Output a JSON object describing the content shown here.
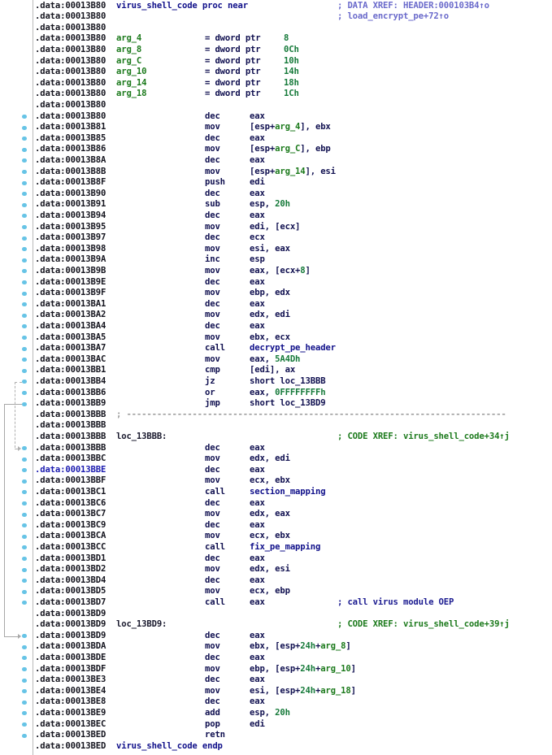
{
  "listing": {
    "rows": [
      {
        "addr": ".data:00013B80",
        "label": "virus_shell_code proc near",
        "label_class": "name",
        "comment": "; DATA XREF: HEADER:000103B4↑o",
        "comment_class": "cm-blue"
      },
      {
        "addr": ".data:00013B80",
        "comment": "; load_encrypt_pe+72↑o",
        "comment_class": "cm-blue"
      },
      {
        "addr": ".data:00013B80"
      },
      {
        "addr": ".data:00013B80",
        "label": "arg_4",
        "label_class": "var",
        "decl": "= dword ptr",
        "value": "8"
      },
      {
        "addr": ".data:00013B80",
        "label": "arg_8",
        "label_class": "var",
        "decl": "= dword ptr",
        "value": "0Ch"
      },
      {
        "addr": ".data:00013B80",
        "label": "arg_C",
        "label_class": "var",
        "decl": "= dword ptr",
        "value": "10h"
      },
      {
        "addr": ".data:00013B80",
        "label": "arg_10",
        "label_class": "var",
        "decl": "= dword ptr",
        "value": "14h"
      },
      {
        "addr": ".data:00013B80",
        "label": "arg_14",
        "label_class": "var",
        "decl": "= dword ptr",
        "value": "18h"
      },
      {
        "addr": ".data:00013B80",
        "label": "arg_18",
        "label_class": "var",
        "decl": "= dword ptr",
        "value": "1Ch"
      },
      {
        "addr": ".data:00013B80"
      },
      {
        "addr": ".data:00013B80",
        "mn": "dec",
        "op": "eax",
        "dot": true
      },
      {
        "addr": ".data:00013B81",
        "mn": "mov",
        "op_parts": [
          [
            "[esp+",
            ""
          ],
          [
            "arg_4",
            "var"
          ],
          [
            "], ebx",
            ""
          ]
        ],
        "dot": true
      },
      {
        "addr": ".data:00013B85",
        "mn": "dec",
        "op": "eax",
        "dot": true
      },
      {
        "addr": ".data:00013B86",
        "mn": "mov",
        "op_parts": [
          [
            "[esp+",
            ""
          ],
          [
            "arg_C",
            "var"
          ],
          [
            "], ebp",
            ""
          ]
        ],
        "dot": true
      },
      {
        "addr": ".data:00013B8A",
        "mn": "dec",
        "op": "eax",
        "dot": true
      },
      {
        "addr": ".data:00013B8B",
        "mn": "mov",
        "op_parts": [
          [
            "[esp+",
            ""
          ],
          [
            "arg_14",
            "var"
          ],
          [
            "], esi",
            ""
          ]
        ],
        "dot": true
      },
      {
        "addr": ".data:00013B8F",
        "mn": "push",
        "op": "edi",
        "dot": true
      },
      {
        "addr": ".data:00013B90",
        "mn": "dec",
        "op": "eax",
        "dot": true
      },
      {
        "addr": ".data:00013B91",
        "mn": "sub",
        "op_parts": [
          [
            "esp, ",
            ""
          ],
          [
            "20h",
            "num"
          ]
        ],
        "dot": true
      },
      {
        "addr": ".data:00013B94",
        "mn": "dec",
        "op": "eax",
        "dot": true
      },
      {
        "addr": ".data:00013B95",
        "mn": "mov",
        "op": "edi, [ecx]",
        "dot": true
      },
      {
        "addr": ".data:00013B97",
        "mn": "dec",
        "op": "ecx",
        "dot": true
      },
      {
        "addr": ".data:00013B98",
        "mn": "mov",
        "op": "esi, eax",
        "dot": true
      },
      {
        "addr": ".data:00013B9A",
        "mn": "inc",
        "op": "esp",
        "dot": true
      },
      {
        "addr": ".data:00013B9B",
        "mn": "mov",
        "op_parts": [
          [
            "eax, [ecx+",
            ""
          ],
          [
            "8",
            "num"
          ],
          [
            "]",
            ""
          ]
        ],
        "dot": true
      },
      {
        "addr": ".data:00013B9E",
        "mn": "dec",
        "op": "eax",
        "dot": true
      },
      {
        "addr": ".data:00013B9F",
        "mn": "mov",
        "op": "ebp, edx",
        "dot": true
      },
      {
        "addr": ".data:00013BA1",
        "mn": "dec",
        "op": "eax",
        "dot": true
      },
      {
        "addr": ".data:00013BA2",
        "mn": "mov",
        "op": "edx, edi",
        "dot": true
      },
      {
        "addr": ".data:00013BA4",
        "mn": "dec",
        "op": "eax",
        "dot": true
      },
      {
        "addr": ".data:00013BA5",
        "mn": "mov",
        "op": "ebx, ecx",
        "dot": true
      },
      {
        "addr": ".data:00013BA7",
        "mn": "call",
        "op_parts": [
          [
            "decrypt_pe_header",
            "name"
          ]
        ],
        "dot": true
      },
      {
        "addr": ".data:00013BAC",
        "mn": "mov",
        "op_parts": [
          [
            "eax, ",
            ""
          ],
          [
            "5A4Dh",
            "num"
          ]
        ],
        "dot": true
      },
      {
        "addr": ".data:00013BB1",
        "mn": "cmp",
        "op": "[edi], ax",
        "dot": true
      },
      {
        "addr": ".data:00013BB4",
        "mn": "jz",
        "op": "short loc_13BBB",
        "dot": true
      },
      {
        "addr": ".data:00013BB6",
        "mn": "or",
        "op_parts": [
          [
            "eax, ",
            ""
          ],
          [
            "0FFFFFFFFh",
            "num"
          ]
        ],
        "dot": true
      },
      {
        "addr": ".data:00013BB9",
        "mn": "jmp",
        "op": "short loc_13BD9",
        "dot": true
      },
      {
        "addr": ".data:00013BBB",
        "separator": "; ---------------------------------------------------------------------------"
      },
      {
        "addr": ".data:00013BBB"
      },
      {
        "addr": ".data:00013BBB",
        "label": "loc_13BBB:",
        "label_class": "",
        "comment": "; CODE XREF: virus_shell_code+34↑j",
        "comment_class": "cm-green"
      },
      {
        "addr": ".data:00013BBB",
        "mn": "dec",
        "op": "eax",
        "dot": true
      },
      {
        "addr": ".data:00013BBC",
        "mn": "mov",
        "op": "edx, edi",
        "dot": true
      },
      {
        "addr": ".data:00013BBE",
        "mn": "dec",
        "op": "eax",
        "dot": true,
        "selected": true
      },
      {
        "addr": ".data:00013BBF",
        "mn": "mov",
        "op": "ecx, ebx",
        "dot": true
      },
      {
        "addr": ".data:00013BC1",
        "mn": "call",
        "op_parts": [
          [
            "section_mapping",
            "name"
          ]
        ],
        "dot": true
      },
      {
        "addr": ".data:00013BC6",
        "mn": "dec",
        "op": "eax",
        "dot": true
      },
      {
        "addr": ".data:00013BC7",
        "mn": "mov",
        "op": "edx, eax",
        "dot": true
      },
      {
        "addr": ".data:00013BC9",
        "mn": "dec",
        "op": "eax",
        "dot": true
      },
      {
        "addr": ".data:00013BCA",
        "mn": "mov",
        "op": "ecx, ebx",
        "dot": true
      },
      {
        "addr": ".data:00013BCC",
        "mn": "call",
        "op_parts": [
          [
            "fix_pe_mapping",
            "name"
          ]
        ],
        "dot": true
      },
      {
        "addr": ".data:00013BD1",
        "mn": "dec",
        "op": "eax",
        "dot": true
      },
      {
        "addr": ".data:00013BD2",
        "mn": "mov",
        "op": "edx, esi",
        "dot": true
      },
      {
        "addr": ".data:00013BD4",
        "mn": "dec",
        "op": "eax",
        "dot": true
      },
      {
        "addr": ".data:00013BD5",
        "mn": "mov",
        "op": "ecx, ebp",
        "dot": true
      },
      {
        "addr": ".data:00013BD7",
        "mn": "call",
        "op": "eax",
        "comment": "; call virus module OEP",
        "comment_class": "cm-navy",
        "dot": true
      },
      {
        "addr": ".data:00013BD9"
      },
      {
        "addr": ".data:00013BD9",
        "label": "loc_13BD9:",
        "label_class": "",
        "comment": "; CODE XREF: virus_shell_code+39↑j",
        "comment_class": "cm-green"
      },
      {
        "addr": ".data:00013BD9",
        "mn": "dec",
        "op": "eax",
        "dot": true
      },
      {
        "addr": ".data:00013BDA",
        "mn": "mov",
        "op_parts": [
          [
            "ebx, [esp+",
            ""
          ],
          [
            "24h",
            "num"
          ],
          [
            "+",
            ""
          ],
          [
            "arg_8",
            "var"
          ],
          [
            "]",
            ""
          ]
        ],
        "dot": true
      },
      {
        "addr": ".data:00013BDE",
        "mn": "dec",
        "op": "eax",
        "dot": true
      },
      {
        "addr": ".data:00013BDF",
        "mn": "mov",
        "op_parts": [
          [
            "ebp, [esp+",
            ""
          ],
          [
            "24h",
            "num"
          ],
          [
            "+",
            ""
          ],
          [
            "arg_10",
            "var"
          ],
          [
            "]",
            ""
          ]
        ],
        "dot": true
      },
      {
        "addr": ".data:00013BE3",
        "mn": "dec",
        "op": "eax",
        "dot": true
      },
      {
        "addr": ".data:00013BE4",
        "mn": "mov",
        "op_parts": [
          [
            "esi, [esp+",
            ""
          ],
          [
            "24h",
            "num"
          ],
          [
            "+",
            ""
          ],
          [
            "arg_18",
            "var"
          ],
          [
            "]",
            ""
          ]
        ],
        "dot": true
      },
      {
        "addr": ".data:00013BE8",
        "mn": "dec",
        "op": "eax",
        "dot": true
      },
      {
        "addr": ".data:00013BE9",
        "mn": "add",
        "op_parts": [
          [
            "esp, ",
            ""
          ],
          [
            "20h",
            "num"
          ]
        ],
        "dot": true
      },
      {
        "addr": ".data:00013BEC",
        "mn": "pop",
        "op": "edi",
        "dot": true
      },
      {
        "addr": ".data:00013BED",
        "mn": "retn",
        "dot": true
      },
      {
        "addr": ".data:00013BED",
        "label": "virus_shell_code endp",
        "label_class": "name"
      }
    ]
  },
  "flow_arrows": [
    {
      "name": "jz-arrow",
      "from_row": 34,
      "to_row": 40,
      "x": 18,
      "style": "dashed",
      "color": "#b0b0b0"
    },
    {
      "name": "jmp-arrow",
      "from_row": 36,
      "to_row": 57,
      "x": 5,
      "style": "solid",
      "color": "#a8a8a8"
    }
  ],
  "colors": {
    "background": "#ffffff",
    "address": "#15151f",
    "selected_address": "#1b1bb0",
    "names": "#10108a",
    "variables": "#1c7a1c",
    "numbers": "#167a3a",
    "data_xref_comment": "#6a6acb",
    "code_xref_comment": "#1c7a1c",
    "line_dot": "#67c4e6"
  }
}
